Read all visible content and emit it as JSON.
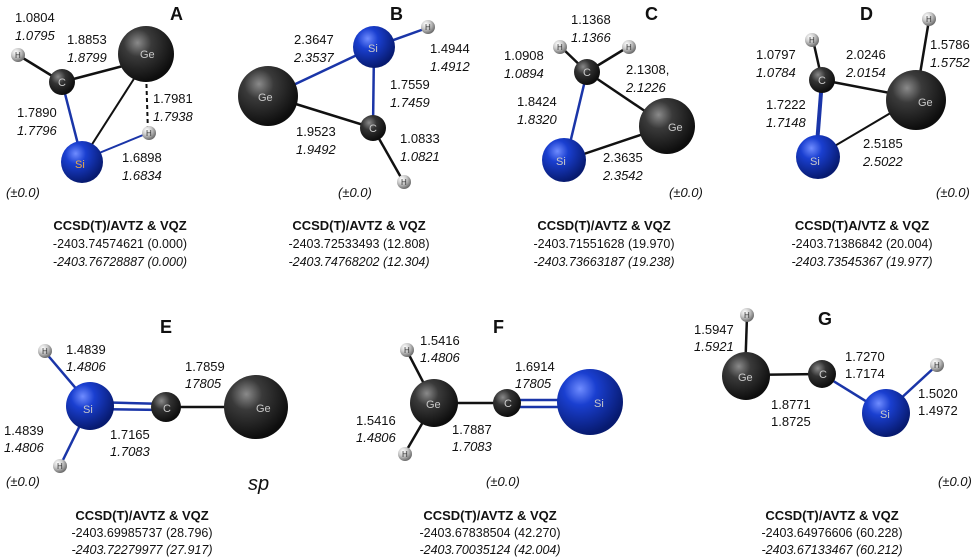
{
  "colors": {
    "ge": "#1c1c1c",
    "si": "#0f2ea8",
    "c": "#222222",
    "h": "#d8d8d8",
    "bond": "#111111",
    "si_bond": "#1a35a8"
  },
  "structures": [
    {
      "id": "A",
      "letter": "A",
      "method": "CCSD(T)/AVTZ & VQZ",
      "energy_avtz": "-2403.74574621 (0.000)",
      "energy_vqz": "-2403.76728887 (0.000)",
      "zpe_note": "(±0.0)",
      "atoms": {
        "si": "Si",
        "c": "C",
        "ge": "Ge",
        "h1": "H",
        "h2": "H"
      },
      "bonds": [
        {
          "a": "1.0804",
          "b": "1.0795"
        },
        {
          "a": "1.8853",
          "b": "1.8799"
        },
        {
          "a": "1.7890",
          "b": "1.7796"
        },
        {
          "a": "1.7981",
          "b": "1.7938"
        },
        {
          "a": "1.6898",
          "b": "1.6834"
        }
      ]
    },
    {
      "id": "B",
      "letter": "B",
      "method": "CCSD(T)/AVTZ & VQZ",
      "energy_avtz": "-2403.72533493 (12.808)",
      "energy_vqz": "-2403.74768202 (12.304)",
      "zpe_note": "(±0.0)",
      "atoms": {
        "si": "Si",
        "c": "C",
        "ge": "Ge",
        "h1": "H",
        "h2": "H"
      },
      "bonds": [
        {
          "a": "2.3647",
          "b": "2.3537"
        },
        {
          "a": "1.4944",
          "b": "1.4912"
        },
        {
          "a": "1.7559",
          "b": "1.7459"
        },
        {
          "a": "1.9523",
          "b": "1.9492"
        },
        {
          "a": "1.0833",
          "b": "1.0821"
        }
      ]
    },
    {
      "id": "C",
      "letter": "C",
      "method": "CCSD(T)/AVTZ & VQZ",
      "energy_avtz": "-2403.71551628 (19.970)",
      "energy_vqz": "-2403.73663187 (19.238)",
      "zpe_note": "(±0.0)",
      "atoms": {
        "si": "Si",
        "c": "C",
        "ge": "Ge",
        "h1": "H",
        "h2": "H"
      },
      "bonds": [
        {
          "a": "1.1368",
          "b": "1.1366"
        },
        {
          "a": "1.0908",
          "b": "1.0894"
        },
        {
          "a": "2.1308,",
          "b": "2.1226"
        },
        {
          "a": "1.8424",
          "b": "1.8320"
        },
        {
          "a": "2.3635",
          "b": "2.3542"
        }
      ]
    },
    {
      "id": "D",
      "letter": "D",
      "method": "CCSD(T)A/VTZ & VQZ",
      "energy_avtz": "-2403.71386842 (20.004)",
      "energy_vqz": "-2403.73545367 (19.977)",
      "zpe_note": "(±0.0)",
      "atoms": {
        "si": "Si",
        "c": "C",
        "ge": "Ge",
        "h1": "H",
        "h2": "H"
      },
      "bonds": [
        {
          "a": "1.0797",
          "b": "1.0784"
        },
        {
          "a": "2.0246",
          "b": "2.0154"
        },
        {
          "a": "1.5786",
          "b": "1.5752"
        },
        {
          "a": "1.7222",
          "b": "1.7148"
        },
        {
          "a": "2.5185",
          "b": "2.5022"
        }
      ]
    },
    {
      "id": "E",
      "letter": "E",
      "method": "CCSD(T)/AVTZ & VQZ",
      "energy_avtz": "-2403.69985737 (28.796)",
      "energy_vqz": "-2403.72279977 (27.917)",
      "zpe_note": "(±0.0)",
      "extra_label": "sp",
      "atoms": {
        "si": "Si",
        "c": "C",
        "ge": "Ge",
        "h1": "H",
        "h2": "H"
      },
      "bonds": [
        {
          "a": "1.4839",
          "b": "1.4806"
        },
        {
          "a": "1.7859",
          "b": "17805"
        },
        {
          "a": "1.4839",
          "b": "1.4806"
        },
        {
          "a": "1.7165",
          "b": "1.7083"
        }
      ]
    },
    {
      "id": "F",
      "letter": "F",
      "method": "CCSD(T)/AVTZ & VQZ",
      "energy_avtz": "-2403.67838504 (42.270)",
      "energy_vqz": "-2403.70035124 (42.004)",
      "zpe_note": "(±0.0)",
      "atoms": {
        "si": "Si",
        "c": "C",
        "ge": "Ge",
        "h1": "H",
        "h2": "H"
      },
      "bonds": [
        {
          "a": "1.5416",
          "b": "1.4806"
        },
        {
          "a": "1.6914",
          "b": "17805"
        },
        {
          "a": "1.5416",
          "b": "1.4806"
        },
        {
          "a": "1.7887",
          "b": "1.7083"
        }
      ]
    },
    {
      "id": "G",
      "letter": "G",
      "method": "CCSD(T)/AVTZ & VQZ",
      "energy_avtz": "-2403.64976606 (60.228)",
      "energy_vqz": "-2403.67133467 (60.212)",
      "zpe_note": "(±0.0)",
      "atoms": {
        "si": "Si",
        "c": "C",
        "ge": "Ge",
        "h1": "H",
        "h2": "H"
      },
      "bonds": [
        {
          "a": "1.5947",
          "b": "1.5921"
        },
        {
          "a": "1.7270",
          "b": "1.7174"
        },
        {
          "a": "1.8771",
          "b": "1.8725"
        },
        {
          "a": "1.5020",
          "b": "1.4972"
        }
      ]
    }
  ]
}
